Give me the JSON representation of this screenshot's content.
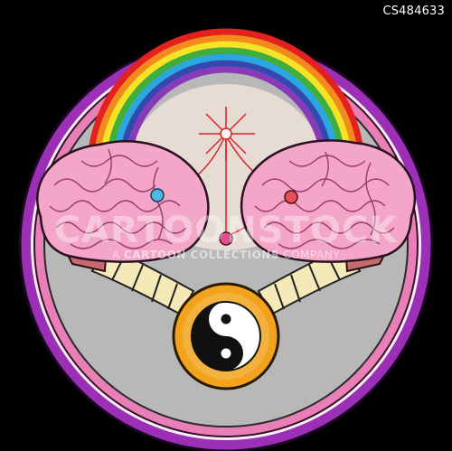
{
  "image": {
    "catalog_id": "CS484633",
    "watermark": {
      "main": "CARTOONSTOCK",
      "sub_prefix": "A",
      "sub_brand": "CARTOON COLLECTIONS",
      "sub_suffix": "COMPANY"
    },
    "symbols": [
      "rainbow-arc",
      "left-brain",
      "right-brain",
      "yin-yang-eye",
      "red-star-network"
    ],
    "colors": {
      "background": "#000000",
      "outer_ring": "#9b2fb5",
      "pink_ring": "#e87fb7",
      "inner_disc": "#b8b8b8",
      "glow": "#e6dcd3",
      "brain": "#f3a6c8",
      "eye_ring": "#f2a21c"
    }
  }
}
